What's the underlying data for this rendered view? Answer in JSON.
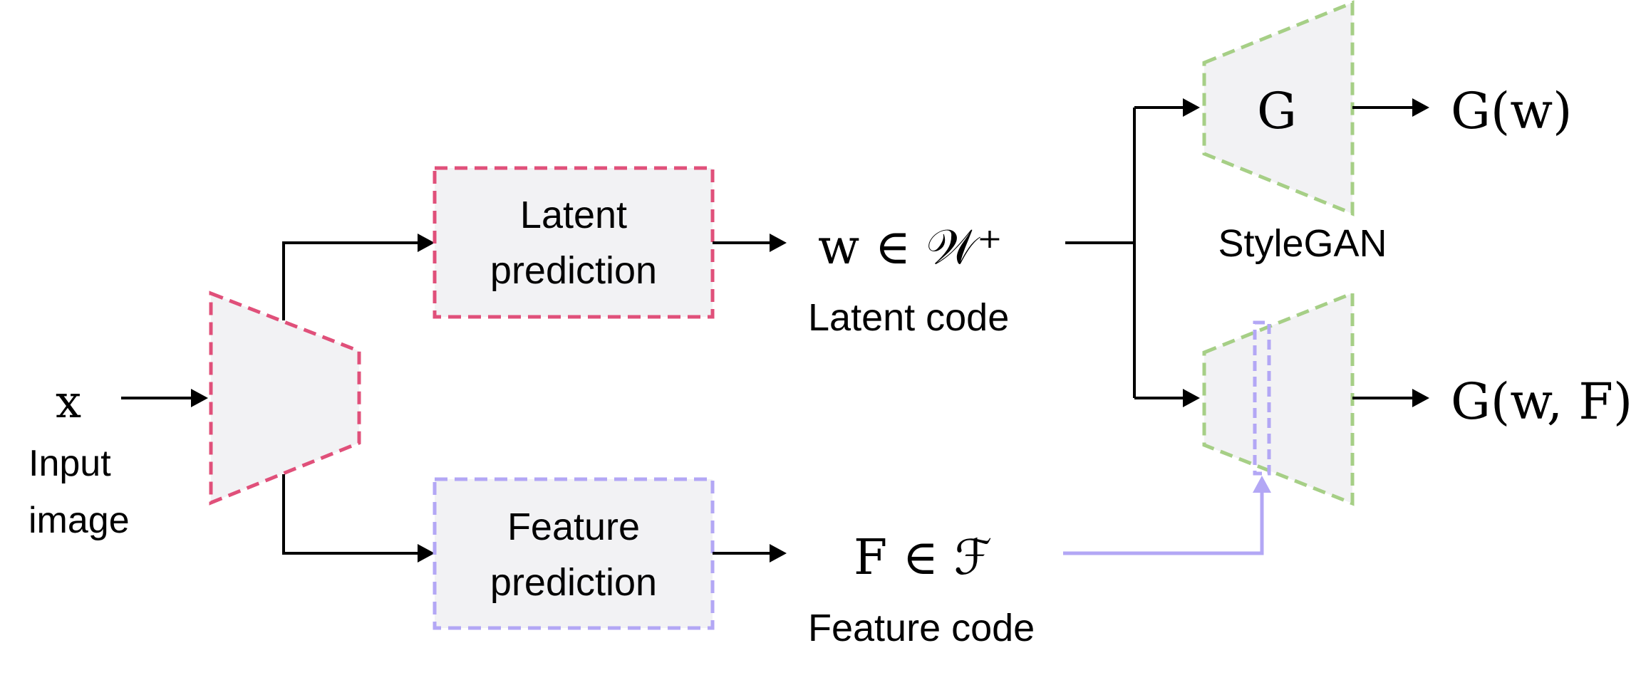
{
  "input": {
    "symbol": "x",
    "label_line1": "Input",
    "label_line2": "image"
  },
  "latent_box": {
    "line1": "Latent",
    "line2": "prediction"
  },
  "feature_box": {
    "line1": "Feature",
    "line2": "prediction"
  },
  "latent_code": {
    "expr": "w ∈ 𝒲⁺",
    "label": "Latent code"
  },
  "feature_code": {
    "expr": "F ∈ ℱ",
    "label": "Feature code"
  },
  "generator": {
    "symbol": "G",
    "label": "StyleGAN"
  },
  "outputs": {
    "top": "G(w)",
    "bottom": "G(w, F)"
  },
  "colors": {
    "encoder": "#e0507a",
    "feature": "#b3a7f5",
    "stylegan": "#a6cf86",
    "fill": "#f2f2f4",
    "arrow": "#000000"
  }
}
